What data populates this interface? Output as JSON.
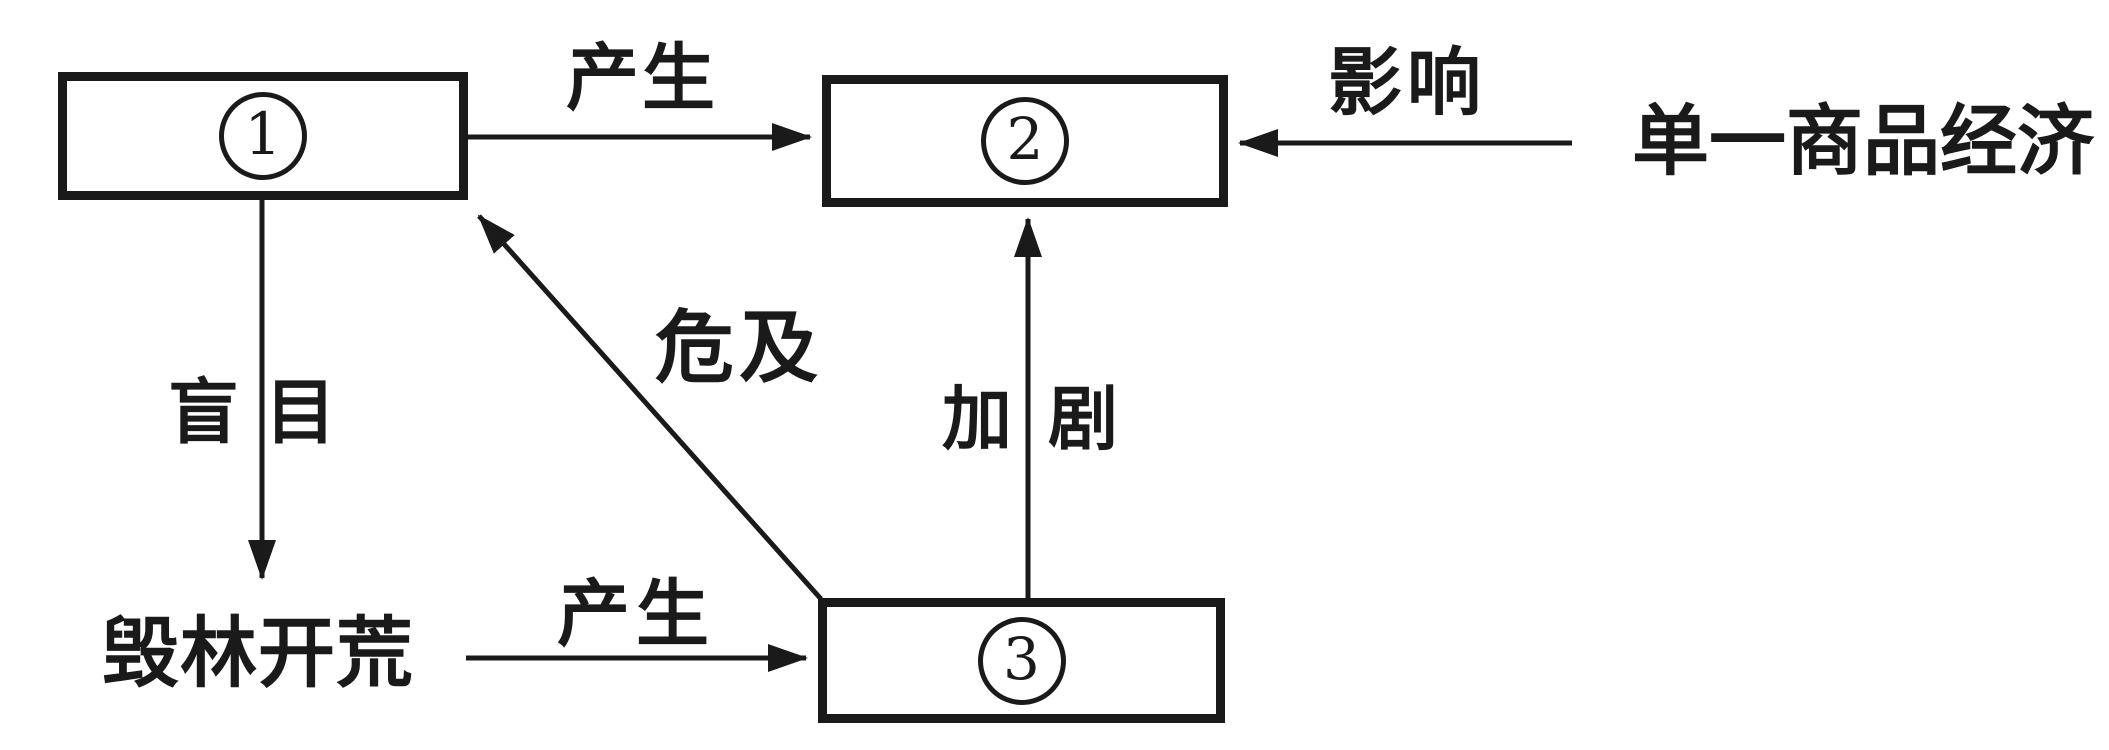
{
  "diagram": {
    "background_color": "#ffffff",
    "ink_color": "#1a1a1a",
    "boxes": [
      {
        "id": "box-1",
        "circled_digit": "1"
      },
      {
        "id": "box-2",
        "circled_digit": "2"
      },
      {
        "id": "box-3",
        "circled_digit": "3"
      }
    ],
    "free_texts": {
      "economy": "单一商品经济",
      "deforestation": "毁林开荒"
    },
    "edges": [
      {
        "from": "box-1",
        "to": "box-2",
        "label": "产生"
      },
      {
        "from": "economy",
        "to": "box-2",
        "label": "影响"
      },
      {
        "from": "box-1",
        "to": "deforestation",
        "label": "盲目"
      },
      {
        "from": "deforestation",
        "to": "box-3",
        "label": "产生"
      },
      {
        "from": "box-3",
        "to": "box-1",
        "label": "危及"
      },
      {
        "from": "box-3",
        "to": "box-2",
        "label": "加剧"
      }
    ]
  }
}
